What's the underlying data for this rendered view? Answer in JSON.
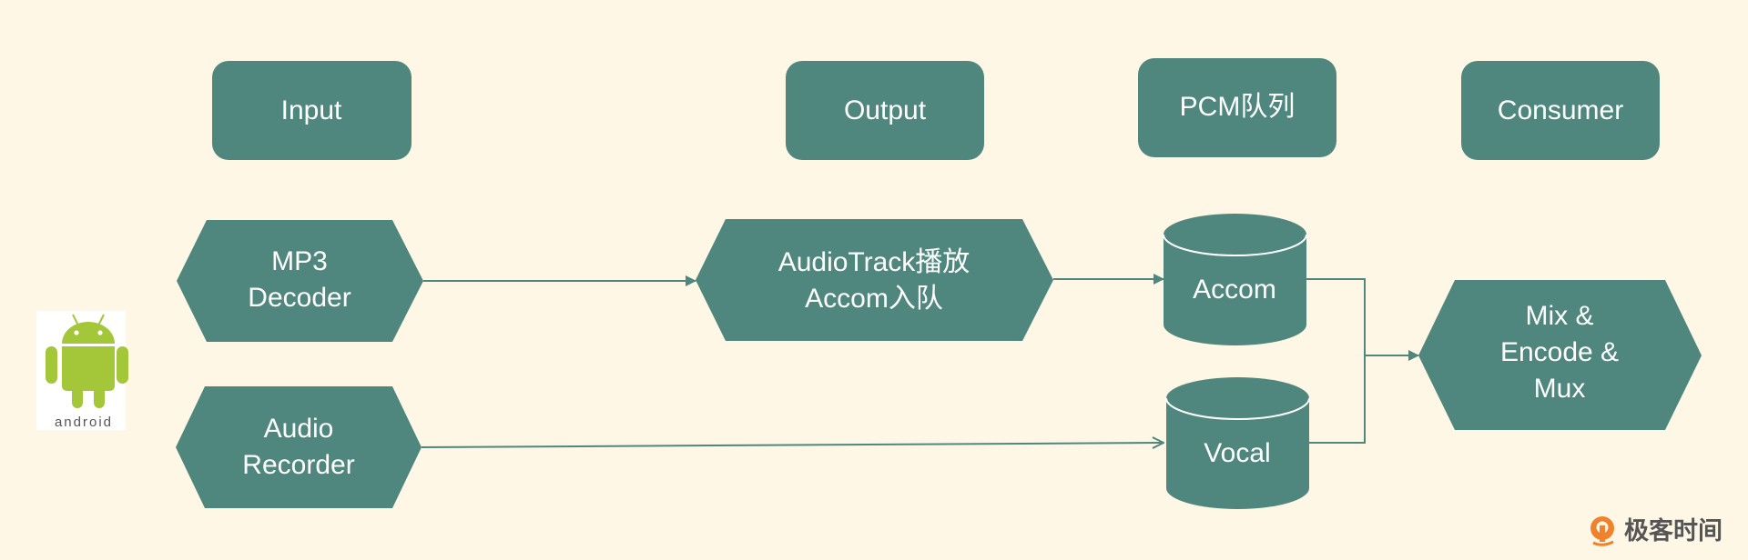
{
  "diagram": {
    "colors": {
      "background": "#FEF7E5",
      "node": "#4F877F",
      "node_text": "#FFFFFF",
      "edge": "#4F877F",
      "android_green": "#A4C639",
      "logo_orange": "#F0822E",
      "logo_text": "#555555"
    },
    "headers": {
      "input": "Input",
      "output": "Output",
      "pcm_queue": "PCM队列",
      "consumer": "Consumer"
    },
    "nodes": {
      "mp3_decoder": [
        "MP3",
        "Decoder"
      ],
      "audio_recorder": [
        "Audio",
        "Recorder"
      ],
      "audiotrack": [
        "AudioTrack播放",
        "Accom入队"
      ],
      "accom_queue": "Accom",
      "vocal_queue": "Vocal",
      "mix_encode_mux": [
        "Mix &",
        "Encode &",
        "Mux"
      ]
    },
    "edges": [
      {
        "from": "mp3_decoder",
        "to": "audiotrack",
        "head": "filled"
      },
      {
        "from": "audiotrack",
        "to": "accom_queue",
        "head": "filled"
      },
      {
        "from": "audio_recorder",
        "to": "vocal_queue",
        "head": "open"
      },
      {
        "from": "accom_queue",
        "to": "mix_encode_mux",
        "head": "filled"
      },
      {
        "from": "vocal_queue",
        "to": "mix_encode_mux",
        "head": "filled"
      }
    ],
    "platform_logo": {
      "icon": "android-robot-icon",
      "word": "android"
    },
    "brand": {
      "icon": "geektime-logo-icon",
      "text": "极客时间"
    }
  }
}
